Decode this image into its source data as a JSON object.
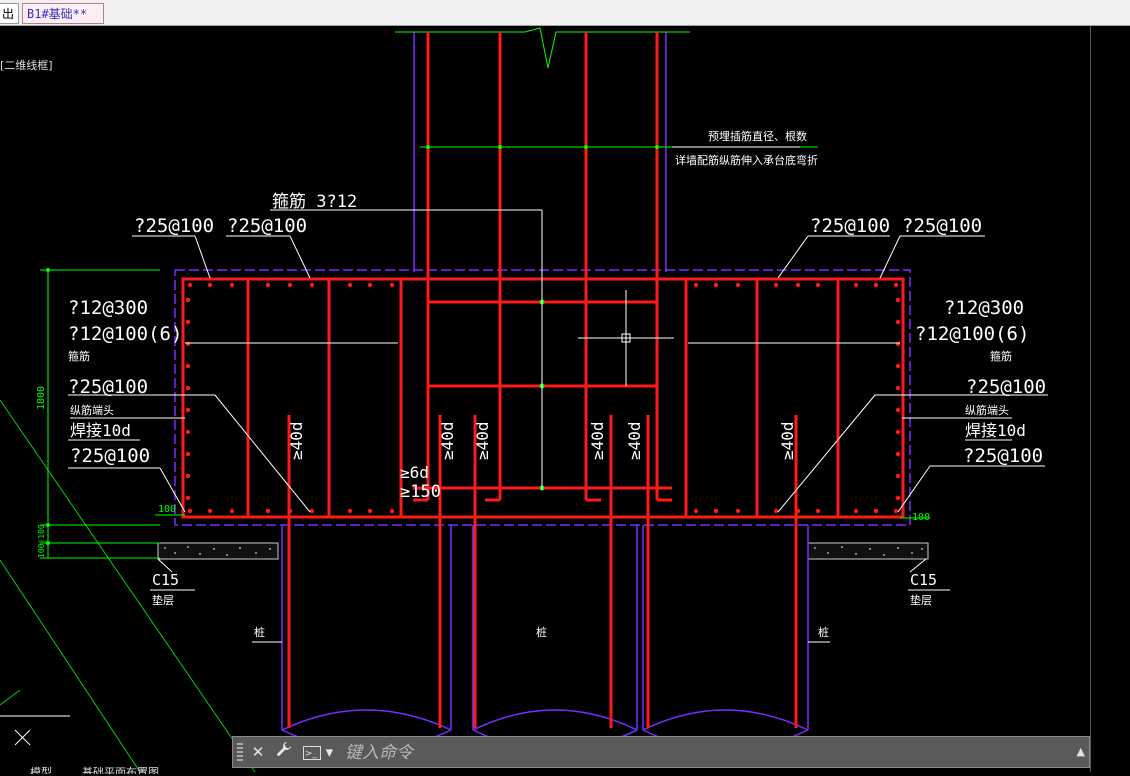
{
  "tabs": {
    "prev_label": "出",
    "active_label": "B1#基础**"
  },
  "viewport": {
    "view_label": "[二维线框]"
  },
  "drawing": {
    "colors": {
      "rebar": "#ff1a1a",
      "outline": "#7a2cff",
      "leader": "#ffffff",
      "dim": "#00ff00",
      "text": "#ffffff"
    },
    "labels": {
      "pile_note_1": "预埋插筋直径、根数",
      "pile_note_2": "详墙配筋纵筋伸入承台底弯折",
      "stirrup": "箍筋 3?12",
      "top_left_a": "?25@100",
      "top_left_b": "?25@100",
      "top_right_a": "?25@100",
      "top_right_b": "?25@100",
      "left_1": "?12@300",
      "left_2": "?12@100(6)",
      "left_3": "箍筋",
      "right_1": "?12@300",
      "right_2": "?12@100(6)",
      "right_3": "箍筋",
      "left_4": "?25@100",
      "left_5": "纵筋端头",
      "left_6": "焊接10d",
      "left_7": "?25@100",
      "right_4": "?25@100",
      "right_5": "纵筋端头",
      "right_6": "焊接10d",
      "right_7": "?25@100",
      "anchor": "≥40d",
      "min_6d": "≥6d",
      "min_150": "≥150",
      "c15": "C15",
      "cushion": "垫层",
      "pile": "桩",
      "dim_1800": "1800",
      "dim_100": "100",
      "dim_100_100": "100|100"
    }
  },
  "command": {
    "placeholder": "键入命令"
  },
  "layout_tabs": {
    "model": "模型",
    "plan": "基础平面布置图"
  }
}
